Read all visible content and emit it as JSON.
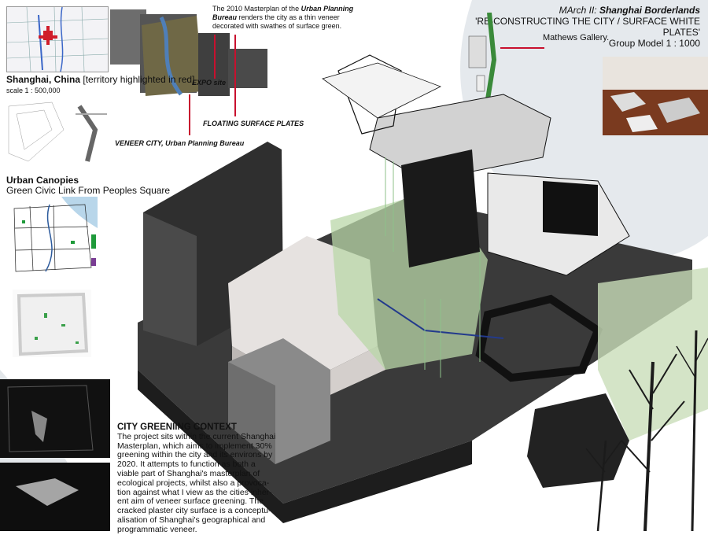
{
  "topleft": {
    "location_title": "Shanghai, China",
    "location_note": "[territory highlighted in red]",
    "scale": "scale 1 : 500,000"
  },
  "masterplan_caption": {
    "line1_prefix": "The 2010 Masterplan of the ",
    "line1_bold": "Urban Planning",
    "line2_bold": "Bureau",
    "line2_rest": " renders the city as a thin veneer",
    "line3": "decorated with swathes of surface green."
  },
  "callouts": {
    "expo": "EXPO site",
    "floating": "FLOATING SURFACE PLATES",
    "veneer": "VENEER CITY, Urban Planning Bureau"
  },
  "header": {
    "prefix": "MArch II: ",
    "title": "Shanghai Borderlands",
    "subtitle": "'RE-CONSTRUCTING THE CITY / SURFACE WHITE PLATES'",
    "model_scale": "Group Model  1 : 1000",
    "gallery": "Mathews Gallery."
  },
  "canopies": {
    "title": "Urban Canopies",
    "subtitle": "Green Civic Link From Peoples Square"
  },
  "context": {
    "title": "CITY GREENIING CONTEXT",
    "lines": [
      "The project sits within the current Shanghai",
      "Masterplan, which aims to implement 30%",
      "greening within the city and its environs by",
      "2020. It attempts to function as both a",
      "viable part of Shanghai's masterplan of",
      "ecological projects, whilst also a provoca-",
      "tion against what I view as the cities inher-",
      "ent aim of veneer surface greening. The",
      "cracked plaster city surface is a conceptu-",
      "alisation of Shanghai's geographical and",
      "programmatic veneer."
    ]
  },
  "colors": {
    "accent_red": "#c8102e",
    "plate_dark": "#2c2c2c",
    "plate_mid": "#7a7a7a",
    "plaster": "#e8e4e2",
    "green_wash": "#b9d7a8",
    "sky_shadow": "#d8dde2"
  }
}
